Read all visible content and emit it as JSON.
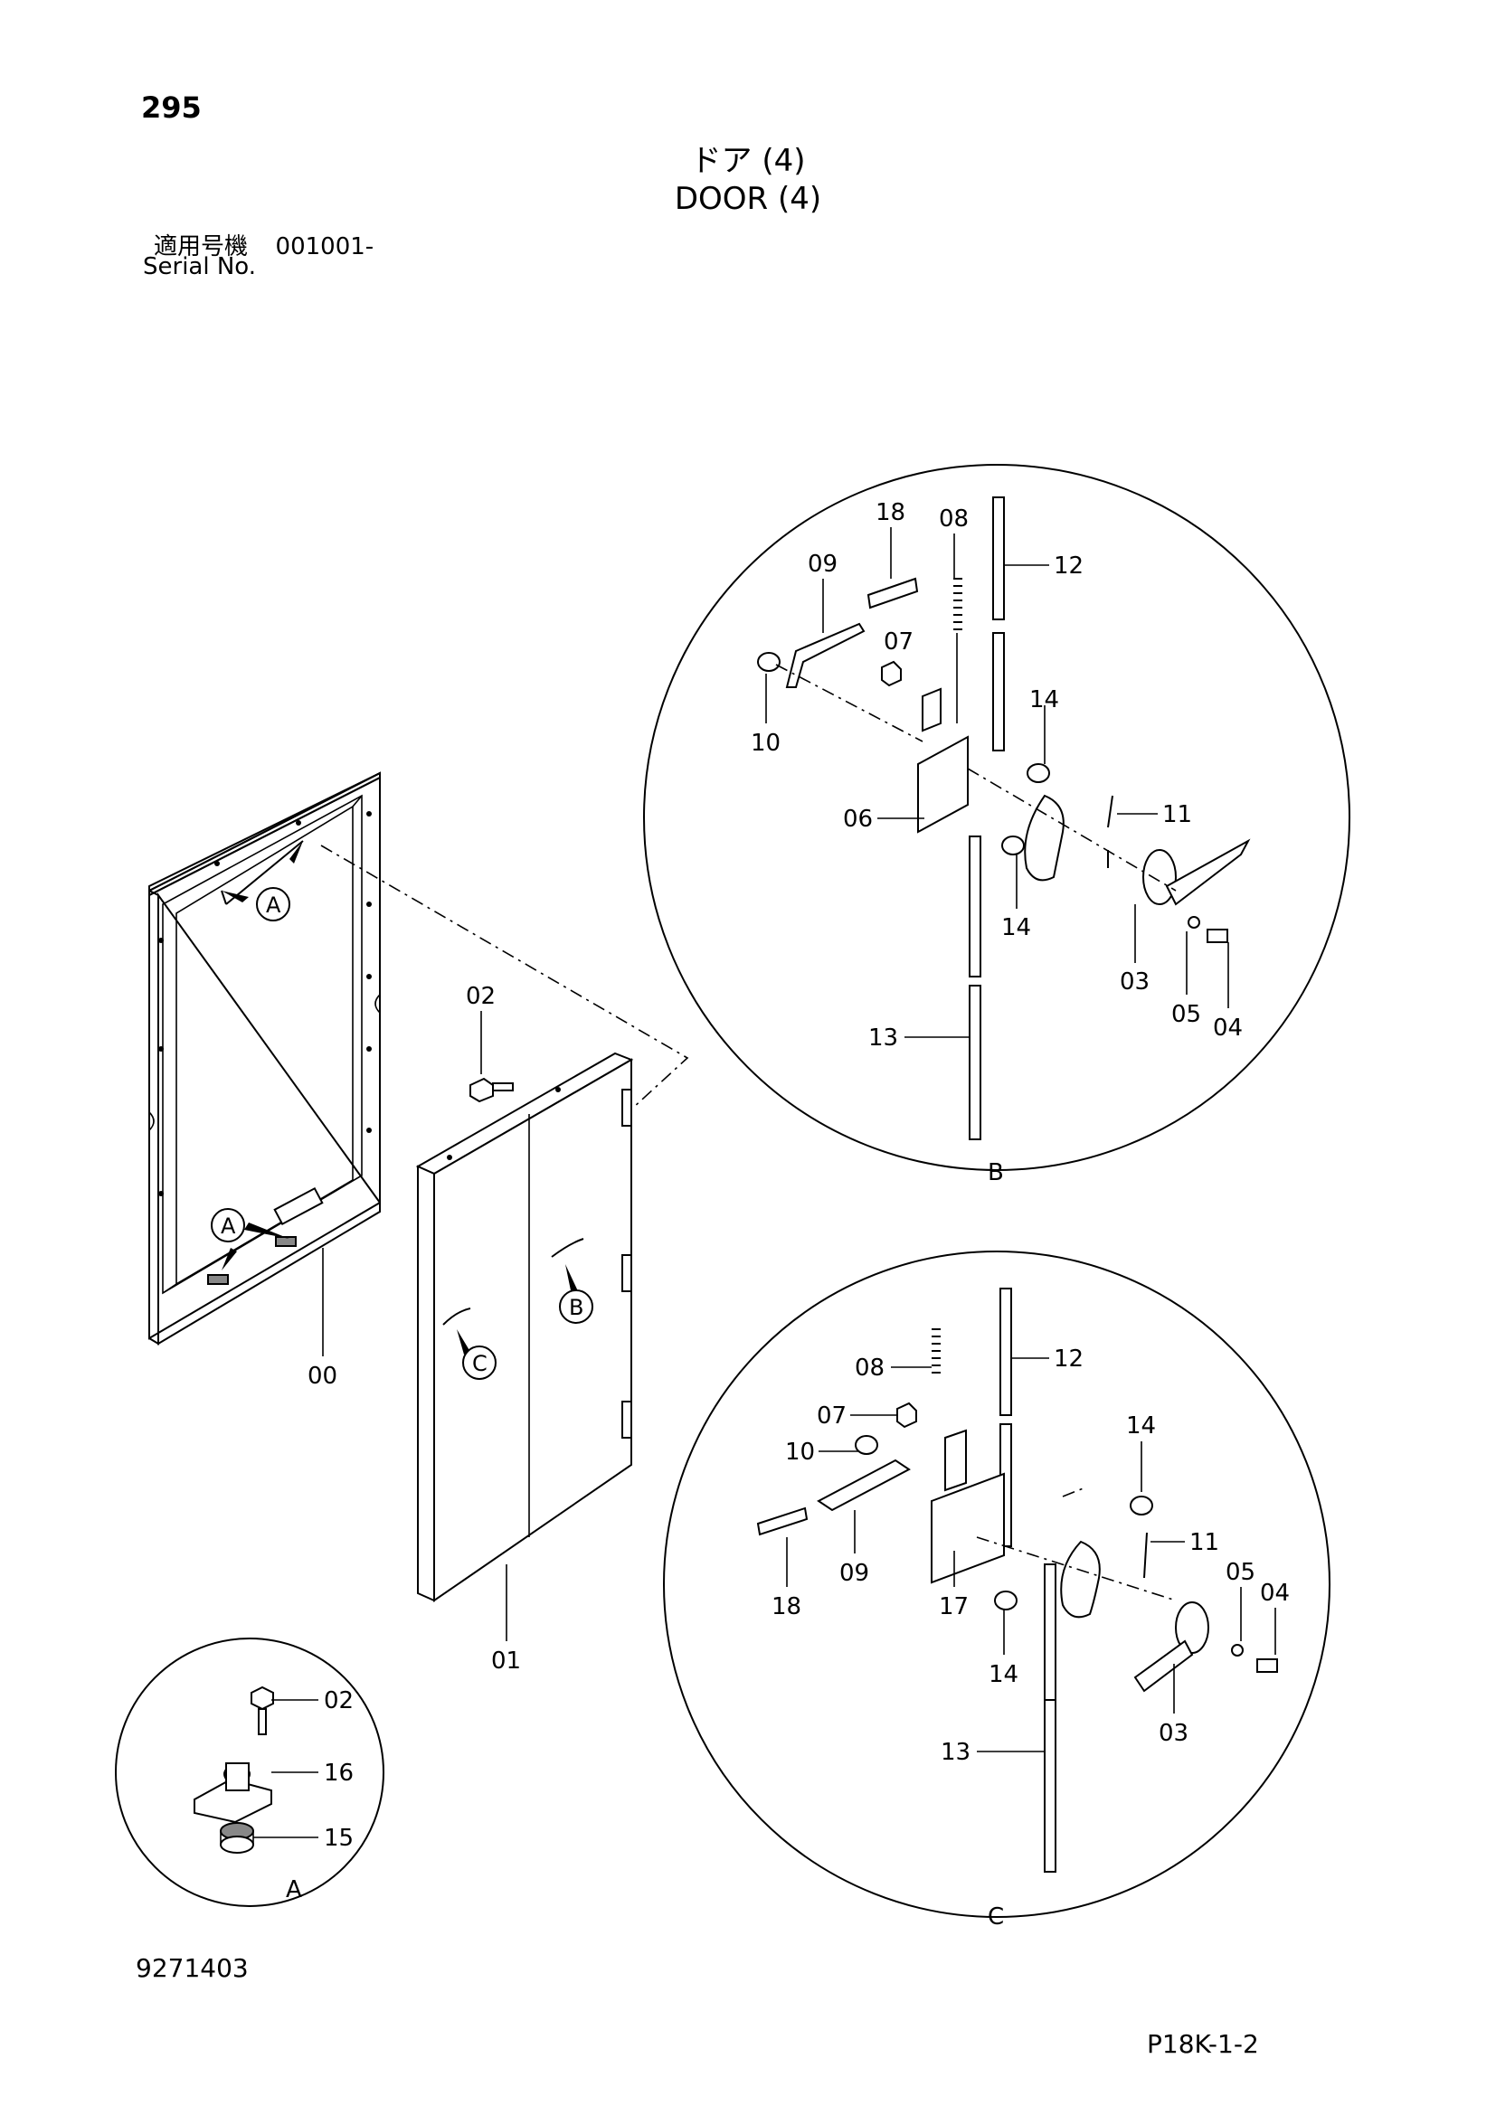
{
  "header": {
    "page_number": "295",
    "title_jp": "ドア (4)",
    "title_en": "DOOR (4)",
    "serial_label_jp": "適用号機",
    "serial_value": "001001-",
    "serial_label_en": "Serial No."
  },
  "footer": {
    "document_number": "9271403",
    "page_code": "P18K-1-2"
  },
  "main_view": {
    "part_labels": [
      "00",
      "01",
      "02"
    ],
    "callouts": [
      "A",
      "A",
      "B",
      "C"
    ]
  },
  "detail_B": {
    "view_label": "B",
    "part_labels": [
      "18",
      "08",
      "12",
      "09",
      "07",
      "10",
      "14",
      "11",
      "06",
      "14",
      "03",
      "05",
      "04",
      "13"
    ]
  },
  "detail_C": {
    "view_label": "C",
    "part_labels": [
      "08",
      "12",
      "07",
      "10",
      "14",
      "11",
      "05",
      "04",
      "18",
      "09",
      "17",
      "14",
      "03",
      "13"
    ]
  },
  "detail_A": {
    "view_label": "A",
    "part_labels": [
      "02",
      "16",
      "15"
    ]
  }
}
